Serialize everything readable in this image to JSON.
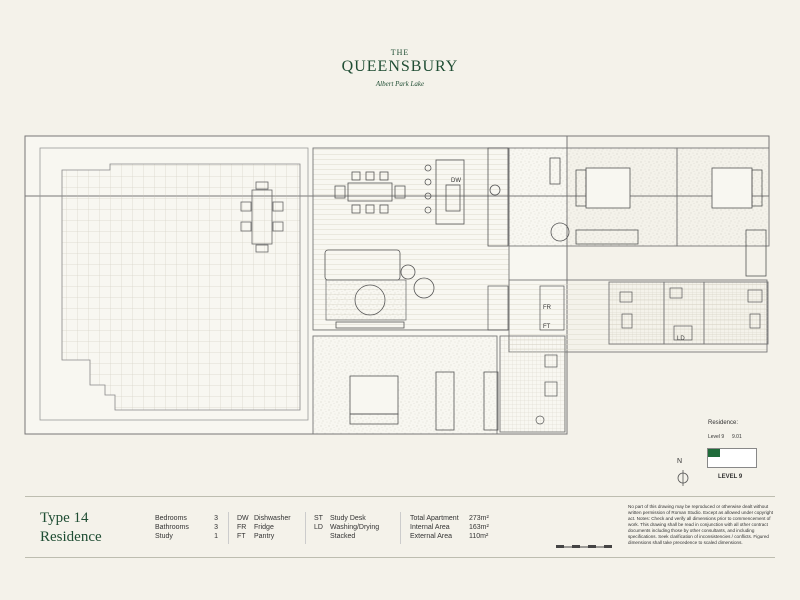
{
  "brand": {
    "the": "THE",
    "name": "QUEENSBURY",
    "subtitle": "Albert Park Lake"
  },
  "plan_labels": {
    "dw": "DW",
    "fr": "FR",
    "ft": "FT",
    "ld": "LD"
  },
  "legend": {
    "title": "Residence:",
    "level": "Level 9",
    "unit": "9.01",
    "level_label": "LEVEL 9",
    "highlight_color": "#1f6b3a"
  },
  "north": "N",
  "residence": {
    "line1": "Type 14",
    "line2": "Residence"
  },
  "rooms": [
    {
      "label": "Bedrooms",
      "value": "3"
    },
    {
      "label": "Bathrooms",
      "value": "3"
    },
    {
      "label": "Study",
      "value": "1"
    }
  ],
  "key": [
    {
      "code": "DW",
      "label": "Dishwasher"
    },
    {
      "code": "FR",
      "label": "Fridge"
    },
    {
      "code": "FT",
      "label": "Pantry"
    }
  ],
  "key2": [
    {
      "code": "ST",
      "label": "Study Desk"
    },
    {
      "code": "LD",
      "label": "Washing/Drying"
    },
    {
      "code": "",
      "label": "Stacked"
    }
  ],
  "areas": [
    {
      "label": "Total Apartment",
      "value": "273m²"
    },
    {
      "label": "Internal Area",
      "value": "163m²"
    },
    {
      "label": "External Area",
      "value": "110m²"
    }
  ],
  "disclaimer": "No part of this drawing may be reproduced or otherwise dealt without written permission of Roman Studio. Except as allowed under copyright act. Notes: Check and verify all dimensions prior to commencement of work. This drawing shall be read in conjunction with all other contract documents including those by other consultants, and including specifications. Seek clarification of inconsistencies / conflicts. Figured dimensions shall take precedence to scaled dimensions.",
  "colors": {
    "brand_green": "#1f4d33",
    "background": "#f4f2ea"
  }
}
